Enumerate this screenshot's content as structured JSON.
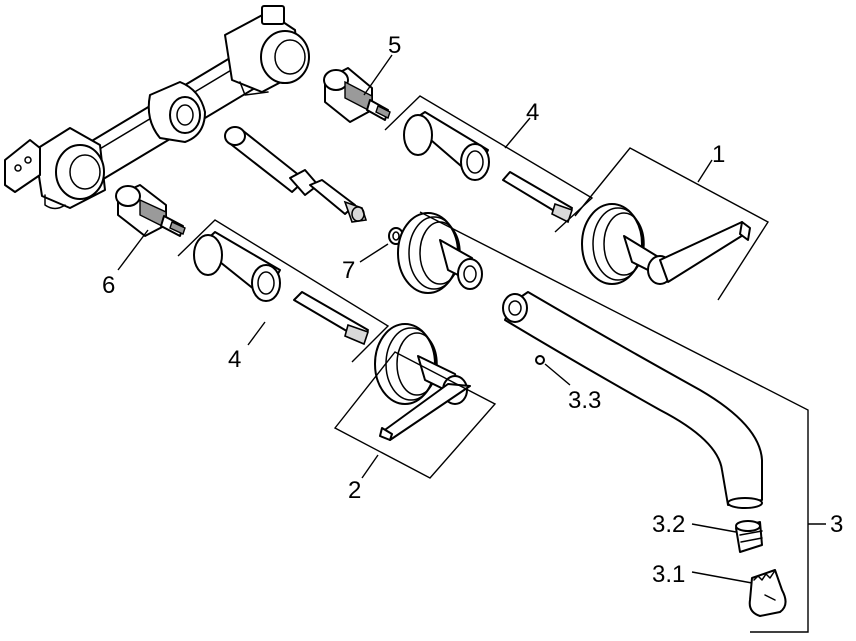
{
  "callouts": {
    "c1": "1",
    "c2": "2",
    "c3": "3",
    "c3_1": "3.1",
    "c3_2": "3.2",
    "c3_3": "3.3",
    "c4_upper": "4",
    "c4_lower": "4",
    "c5": "5",
    "c6": "6",
    "c7": "7"
  },
  "colors": {
    "line": "#000000",
    "background": "#ffffff",
    "shade": "#d9d9d9"
  }
}
